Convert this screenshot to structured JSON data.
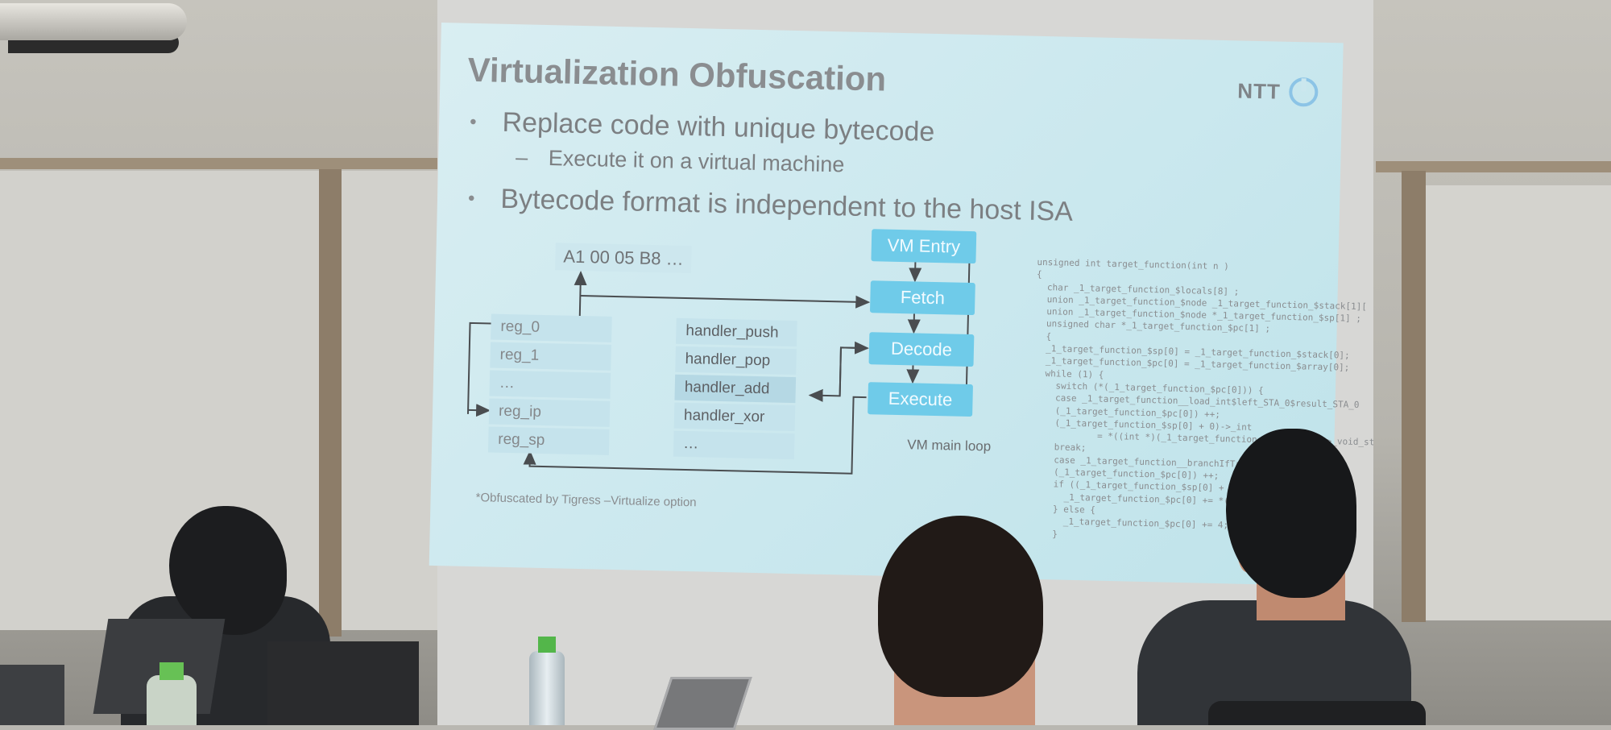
{
  "slide": {
    "title": "Virtualization Obfuscation",
    "logo_text": "NTT",
    "bullets": [
      "Replace code with unique bytecode",
      "Bytecode format is independent to the host ISA"
    ],
    "sub_bullet": "Execute it on a virtual machine",
    "bytecode": "A1 00 05 B8 …",
    "registers": [
      "reg_0",
      "reg_1",
      "…",
      "reg_ip",
      "reg_sp"
    ],
    "handlers": [
      "handler_push",
      "handler_pop",
      "handler_add",
      "handler_xor",
      "…"
    ],
    "vm_nodes": [
      "VM Entry",
      "Fetch",
      "Decode",
      "Execute"
    ],
    "loop_label": "VM main loop",
    "footnote": "*Obfuscated by Tigress –Virtualize option",
    "code_lines": [
      "unsigned int target_function(int n )",
      "{",
      "  char _1_target_function_$locals[8] ;",
      "  union _1_target_function_$node _1_target_function_$stack[1][",
      "  union _1_target_function_$node *_1_target_function_$sp[1] ;",
      "  unsigned char *_1_target_function_$pc[1] ;",
      "  {",
      "  _1_target_function_$sp[0] = _1_target_function_$stack[0];",
      "  _1_target_function_$pc[0] = _1_target_function_$array[0];",
      "  while (1) {",
      "    switch (*(_1_target_function_$pc[0])) {",
      "    case _1_target_function__load_int$left_STA_0$result_STA_0",
      "    (_1_target_function_$pc[0]) ++;",
      "    (_1_target_function_$sp[0] + 0)->_int",
      "            = *((int *)(_1_target_function_$sp[0] + 0)->_void_st",
      "    break;",
      "    case _1_target_function__branchIfTrue$expr_S",
      "    (_1_target_function_$pc[0]) ++;",
      "    if ((_1_target_function_$sp[0] + 0)->_int) {",
      "      _1_target_function_$pc[0] += *(int *)",
      "    } else {",
      "      _1_target_function_$pc[0] += 4;",
      "    }"
    ]
  },
  "colors": {
    "slide_background": "#cde9ef",
    "vm_node": "#6fcbe9",
    "title_text": "#8a8d90",
    "arrow": "#4a4d50"
  }
}
